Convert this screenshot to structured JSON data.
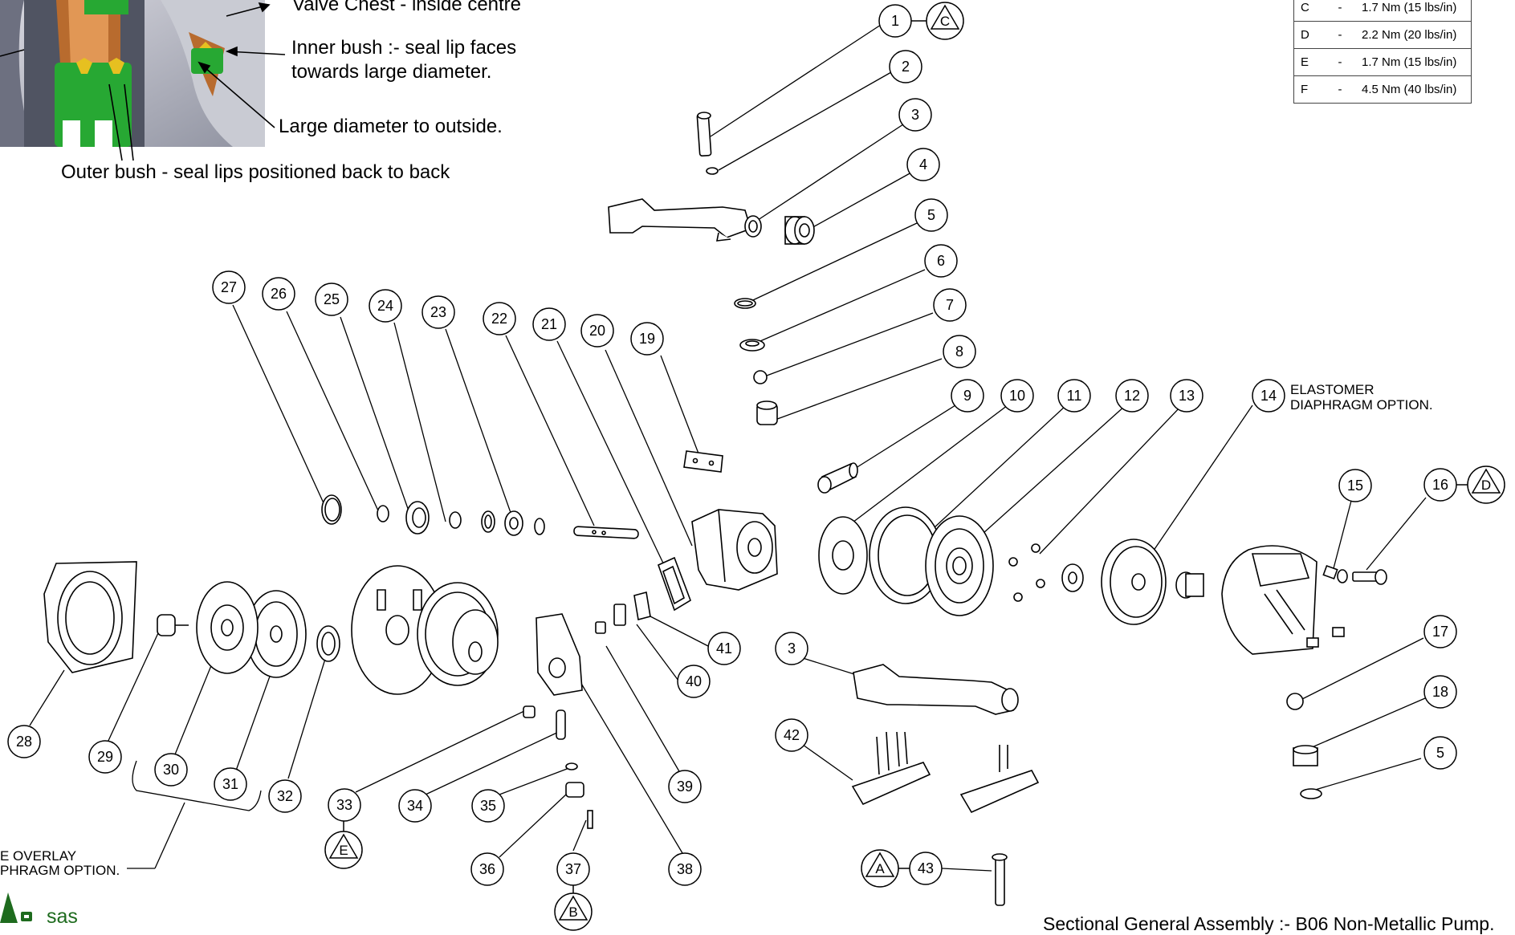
{
  "notes": {
    "valve_chest": "Valve Chest - inside centre",
    "inner_bush_line1": "Inner bush :- seal lip faces",
    "inner_bush_line2": "towards large diameter.",
    "large_diameter": "Large diameter to outside.",
    "outer_bush": "Outer bush - seal lips positioned back to back"
  },
  "torque_table": [
    {
      "key": "C",
      "dash": "-",
      "value": "1.7 Nm (15 lbs/in)"
    },
    {
      "key": "D",
      "dash": "-",
      "value": "2.2 Nm (20 lbs/in)"
    },
    {
      "key": "E",
      "dash": "-",
      "value": "1.7 Nm (15 lbs/in)"
    },
    {
      "key": "F",
      "dash": "-",
      "value": "4.5 Nm (40 lbs/in)"
    }
  ],
  "options": {
    "elastomer_line1": "ELASTOMER",
    "elastomer_line2": "DIAPHRAGM OPTION.",
    "overlay_line1": "E OVERLAY",
    "overlay_line2": "PHRAGM OPTION."
  },
  "logo_text": "sas",
  "footer_title": "Sectional General Assembly :- B06 Non-Metallic Pump.",
  "part_callouts": [
    "1",
    "2",
    "3",
    "4",
    "5",
    "6",
    "7",
    "8",
    "9",
    "10",
    "11",
    "12",
    "13",
    "14",
    "15",
    "16",
    "17",
    "18",
    "5",
    "19",
    "20",
    "21",
    "22",
    "23",
    "24",
    "25",
    "26",
    "27",
    "28",
    "29",
    "30",
    "31",
    "32",
    "33",
    "34",
    "35",
    "36",
    "37",
    "38",
    "39",
    "40",
    "41",
    "3",
    "42",
    "43"
  ],
  "torque_markers": [
    "C",
    "D",
    "E",
    "B",
    "A"
  ]
}
